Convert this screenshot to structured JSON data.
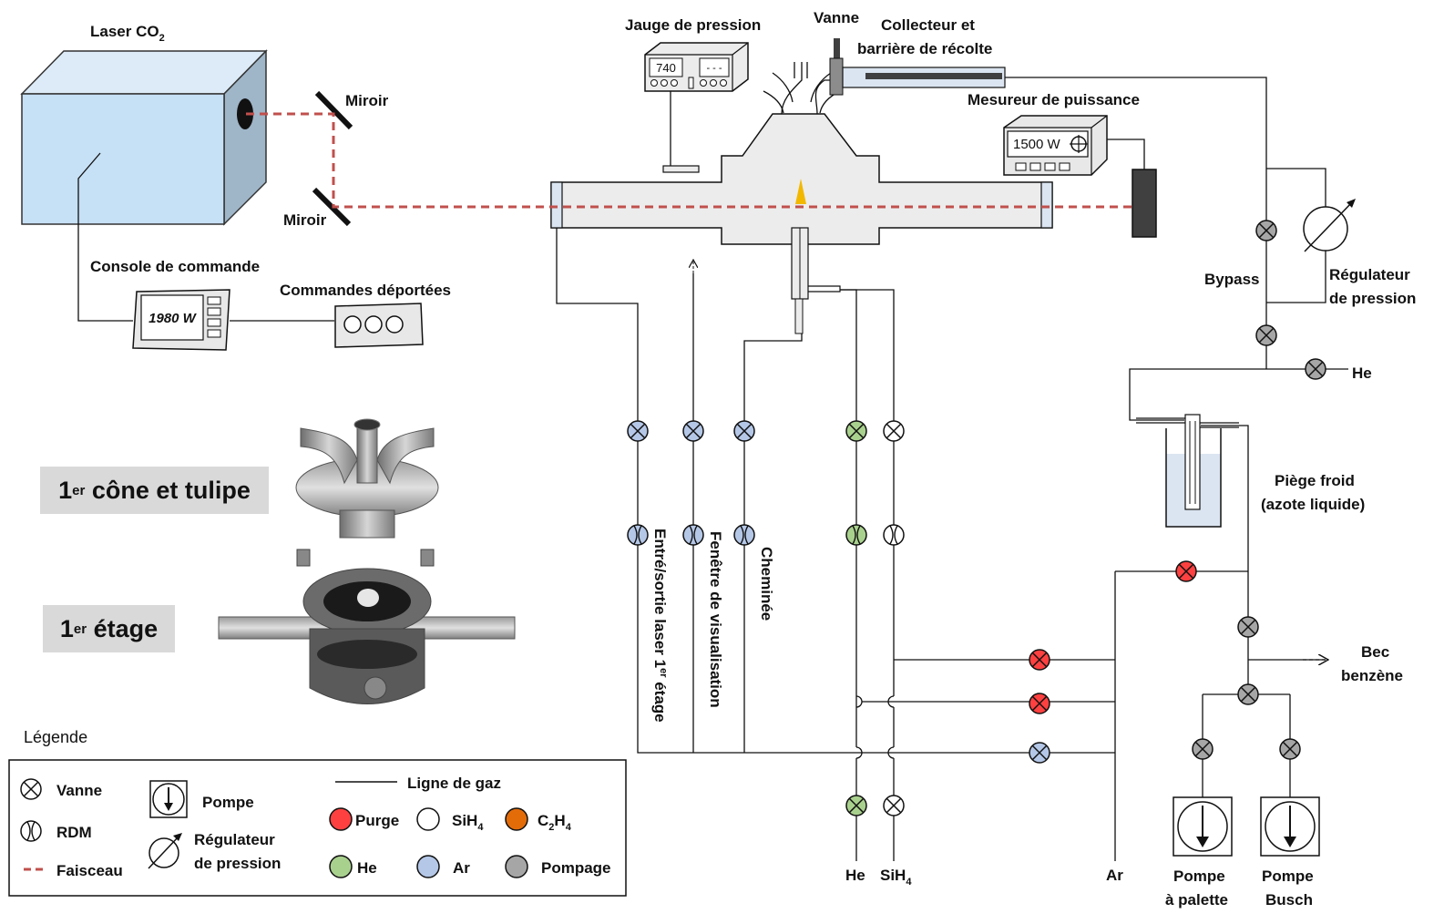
{
  "laser": {
    "label": "Laser CO",
    "label_sub": "2"
  },
  "mirror_top": "Miroir",
  "mirror_bottom": "Miroir",
  "console": {
    "label": "Console de commande",
    "display": "1980 W"
  },
  "remote": {
    "label": "Commandes déportées"
  },
  "gauge": {
    "label": "Jauge de pression",
    "display_left": "740",
    "display_right": "- - -"
  },
  "vanne_top": "Vanne",
  "collector": {
    "line1": "Collecteur et",
    "line2": "barrière de récolte"
  },
  "power_meter": {
    "label": "Mesureur de puissance",
    "display": "1500 W"
  },
  "bypass": "Bypass",
  "pressure_regulator": {
    "line1": "Régulateur",
    "line2": "de pression"
  },
  "he_right": "He",
  "cold_trap": {
    "line1": "Piège froid",
    "line2": "(azote liquide)"
  },
  "benzene": {
    "line1": "Bec",
    "line2": "benzène"
  },
  "pumps": {
    "vane": {
      "line1": "Pompe",
      "line2": "à palette"
    },
    "busch": {
      "line1": "Pompe",
      "line2": "Busch"
    }
  },
  "bottom_labels": {
    "he": "He",
    "sih4": "SiH",
    "sih4_sub": "4",
    "ar": "Ar"
  },
  "vertical_labels": {
    "laser_io": "Entré/sortie laser 1",
    "laser_io_sup": "er",
    "laser_io_end": " étage",
    "window": "Fenêtre de visualisation",
    "chimney": "Cheminée"
  },
  "photo_labels": {
    "cone": {
      "num": "1",
      "sup": "er",
      "text": " cône et tulipe"
    },
    "stage": {
      "num": "1",
      "sup": "er",
      "text": " étage"
    }
  },
  "legend": {
    "title": "Légende",
    "items": {
      "vanne": "Vanne",
      "rdm": "RDM",
      "faisceau": "Faisceau",
      "pompe": "Pompe",
      "regulateur_1": "Régulateur",
      "regulateur_2": "de pression",
      "ligne_gaz": "Ligne de gaz",
      "purge": "Purge",
      "sih4": "SiH",
      "sih4_sub": "4",
      "c2h4_a": "C",
      "c2h4_sub1": "2",
      "c2h4_b": "H",
      "c2h4_sub2": "4",
      "he": "He",
      "ar": "Ar",
      "pompage": "Pompage"
    }
  },
  "colors": {
    "beam": "#c0504d",
    "purge": "#ff4040",
    "sih4": "#ffffff",
    "c2h4": "#e36c09",
    "he": "#a9d18e",
    "ar": "#b4c7e7",
    "pompage": "#a6a6a6",
    "laser_box": "#c6e0f5",
    "chamber": "#ececec"
  }
}
